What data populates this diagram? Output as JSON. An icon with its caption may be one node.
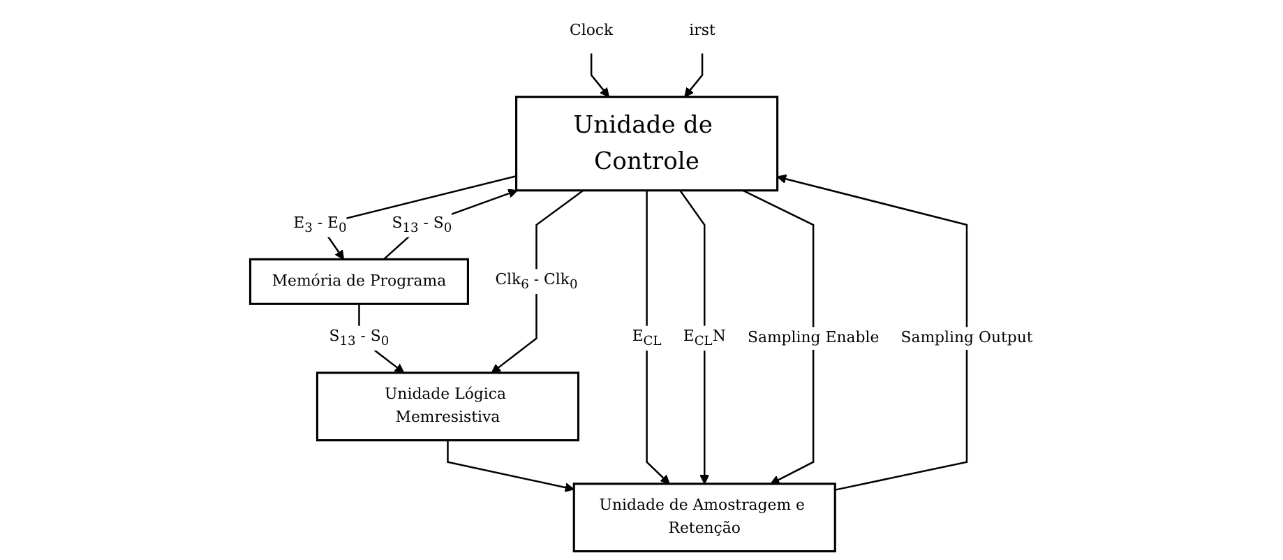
{
  "diagram": {
    "nodes": [
      {
        "text": [
          "Unidade de Controle"
        ]
      },
      {
        "text": [
          "Memória de Programa"
        ]
      },
      {
        "text": [
          "Unidade Lógica Memresistiva"
        ]
      },
      {
        "text": [
          "Unidade de Amostragem e Retenção"
        ]
      },
      {
        "text": [
          "Clock"
        ]
      },
      {
        "text": [
          "irst"
        ]
      }
    ],
    "edges": [
      {
        "from": 0,
        "to": 1,
        "arrow": "to",
        "label": "E$_{3}$ - E$_{0}$"
      },
      {
        "from": 1,
        "to": 0,
        "arrow": "to",
        "label": "S$_{13}$ - S$_{0}$"
      },
      {
        "from": 1,
        "to": 2,
        "arrow": "to",
        "label": "S$_{13}$ - S$_{0}$"
      },
      {
        "from": 0,
        "to": 2,
        "arrow": "to",
        "label": "Clk$_{6}$ - Clk$_{0}$"
      },
      {
        "from": 2,
        "to": 3,
        "arrow": "to"
      },
      {
        "from": 0,
        "to": 3,
        "arrow": "to",
        "label": "E$_{CL}$"
      },
      {
        "from": 0,
        "to": 3,
        "arrow": "to",
        "label": "E$_{CL}$N"
      },
      {
        "from": 0,
        "to": 3,
        "arrow": "to",
        "label": "Sampling Enable"
      },
      {
        "from": 3,
        "to": 0,
        "arrow": "to",
        "label": "Sampling Output"
      },
      {
        "from": 4,
        "to": 0,
        "arrow": "to"
      },
      {
        "from": 5,
        "to": 0,
        "arrow": "to"
      }
    ]
  }
}
